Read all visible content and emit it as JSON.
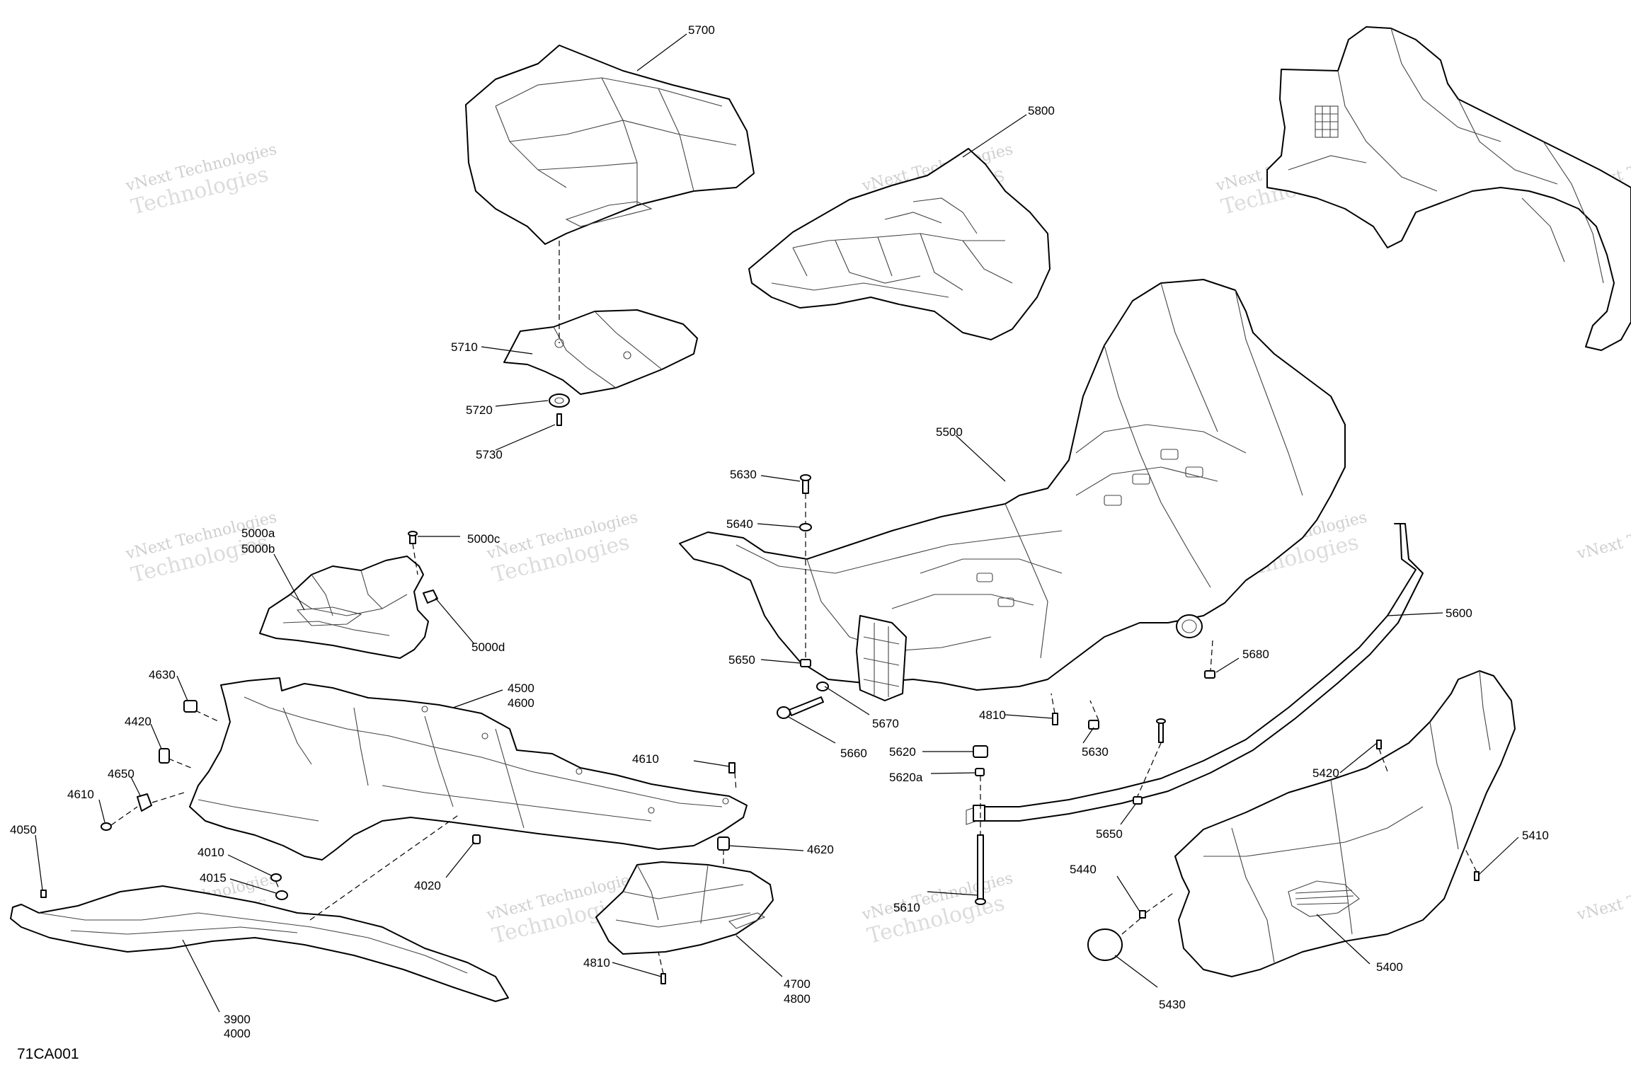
{
  "diagram_code": "71CA001",
  "watermark": {
    "line1": "vNext Technologies",
    "line2": "Technologies"
  },
  "callouts": {
    "c5700": "5700",
    "c5800": "5800",
    "c5710": "5710",
    "c5720": "5720",
    "c5730": "5730",
    "c5500": "5500",
    "c5630a": "5630",
    "c5640": "5640",
    "c5000a": "5000a",
    "c5000b": "5000b",
    "c5000c": "5000c",
    "c5000d": "5000d",
    "c5600": "5600",
    "c5650a": "5650",
    "c5680": "5680",
    "c4630": "4630",
    "c4500": "4500",
    "c4600": "4600",
    "c4420": "4420",
    "c4650": "4650",
    "c4610a": "4610",
    "c4610b": "4610",
    "c4050": "4050",
    "c4010": "4010",
    "c4015": "4015",
    "c4020": "4020",
    "c4620": "4620",
    "c5670": "5670",
    "c5660": "5660",
    "c4810a": "4810",
    "c5630b": "5630",
    "c5620": "5620",
    "c5620a": "5620a",
    "c5650b": "5650",
    "c5420": "5420",
    "c5410": "5410",
    "c5440": "5440",
    "c5610": "5610",
    "c4810b": "4810",
    "c4700": "4700",
    "c4800": "4800",
    "c3900": "3900",
    "c4000": "4000",
    "c5400": "5400",
    "c5430": "5430"
  }
}
